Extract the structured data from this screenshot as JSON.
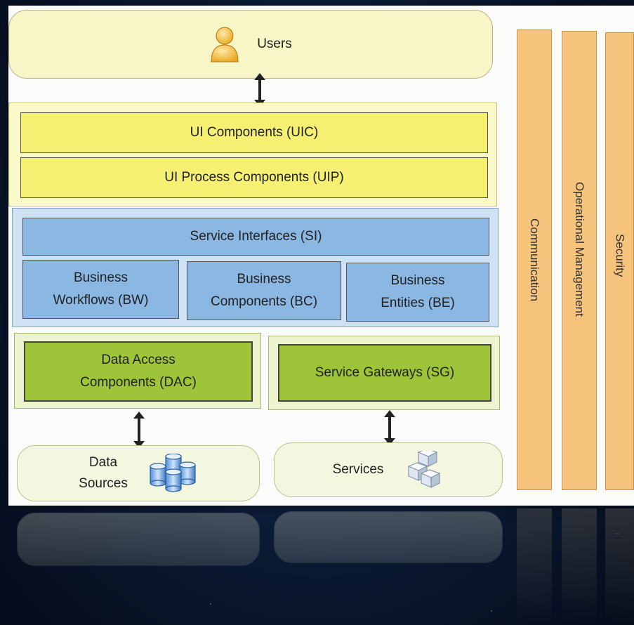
{
  "layers": {
    "users": "Users",
    "ui_components": "UI Components (UIC)",
    "ui_process": "UI Process Components (UIP)",
    "service_interfaces": "Service Interfaces (SI)",
    "business_workflows": [
      "Business",
      "Workflows (BW)"
    ],
    "business_components": [
      "Business",
      "Components (BC)"
    ],
    "business_entities": [
      "Business",
      "Entities (BE)"
    ],
    "data_access": [
      "Data Access",
      "Components (DAC)"
    ],
    "service_gateways": "Service Gateways (SG)",
    "data_sources": [
      "Data",
      "Sources"
    ],
    "services": "Services"
  },
  "crosscutting": [
    "Communication",
    "Operational Management",
    "Security"
  ],
  "icons": {
    "users": "user-icon",
    "data_sources": "database-icon",
    "services": "cubes-icon"
  },
  "colors": {
    "ui": "#f5ef72",
    "service": "#8bb7e3",
    "data": "#9ec43a",
    "crosscutting": "#f6c37c"
  }
}
